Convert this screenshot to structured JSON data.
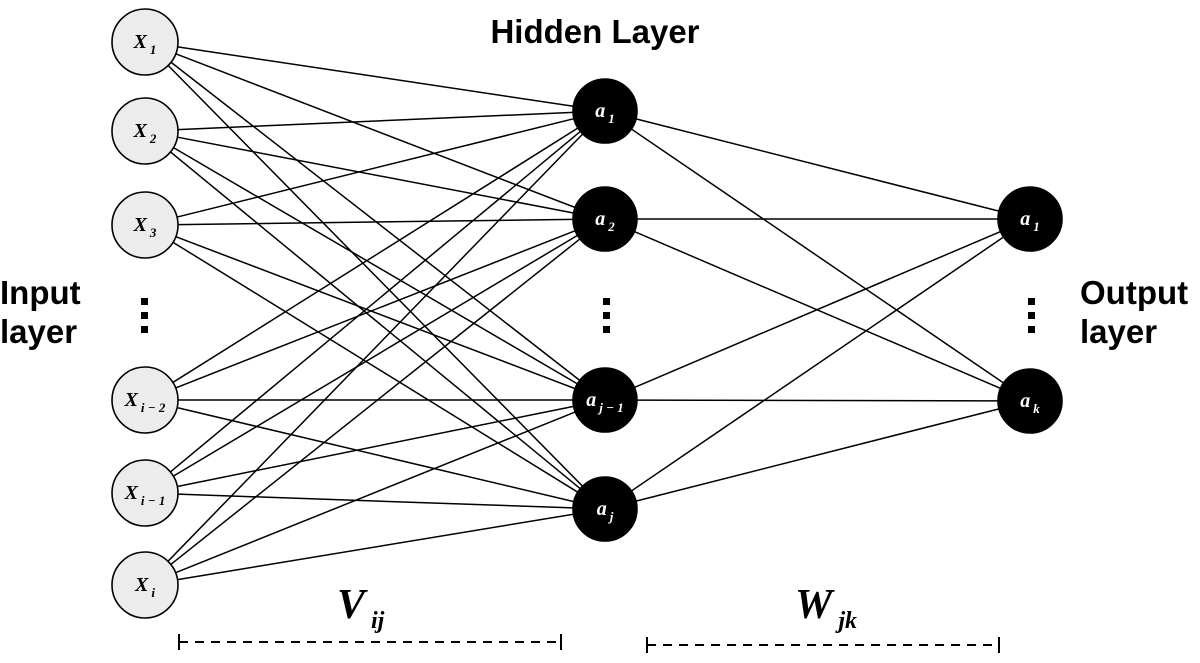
{
  "labels": {
    "hidden_layer_title": "Hidden Layer",
    "input_layer_line1": "Input",
    "input_layer_line2": "layer",
    "output_layer_line1": "Output",
    "output_layer_line2": "layer"
  },
  "weights": {
    "v": {
      "base": "V",
      "sub": "ij"
    },
    "w": {
      "base": "W",
      "sub": "jk"
    }
  },
  "input_nodes": [
    {
      "base": "X",
      "sub": "1"
    },
    {
      "base": "X",
      "sub": "2"
    },
    {
      "base": "X",
      "sub": "3"
    },
    {
      "base": "X",
      "sub": "i − 2"
    },
    {
      "base": "X",
      "sub": "i − 1"
    },
    {
      "base": "X",
      "sub": "i"
    }
  ],
  "hidden_nodes": [
    {
      "base": "a",
      "sub": "1"
    },
    {
      "base": "a",
      "sub": "2"
    },
    {
      "base": "a",
      "sub": "j − 1"
    },
    {
      "base": "a",
      "sub": "j"
    }
  ],
  "output_nodes": [
    {
      "base": "a",
      "sub": "1"
    },
    {
      "base": "a",
      "sub": "k"
    }
  ],
  "colors": {
    "input_fill": "#ececec",
    "node_fill": "#000000",
    "stroke": "#000000"
  }
}
